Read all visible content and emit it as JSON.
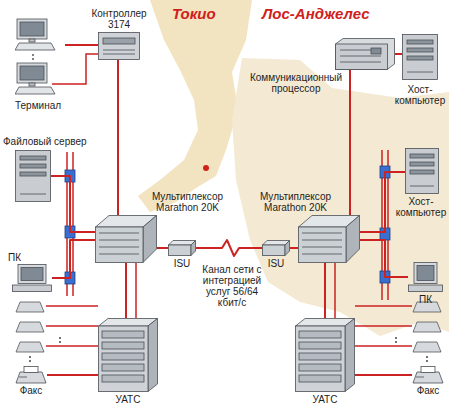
{
  "diagram": {
    "nodes": [
      {
        "text": [
          "Контроллер 3174"
        ]
      },
      {
        "text": [
          "Терминал"
        ]
      },
      {
        "text": [
          "Коммуникационный процессор"
        ]
      },
      {
        "text": [
          "Хост-компьютер"
        ]
      },
      {
        "text": [
          "Файловый сервер"
        ]
      },
      {
        "text": [
          "Хост-компьютер"
        ]
      },
      {
        "text": [
          "Мультиплексор Marathon 20K"
        ]
      },
      {
        "text": [
          "Мультиплексор Marathon 20K"
        ]
      },
      {
        "text": [
          "ISU"
        ]
      },
      {
        "text": [
          "ISU"
        ]
      },
      {
        "text": [
          "ПК"
        ]
      },
      {
        "text": [
          "ПК"
        ]
      },
      {
        "text": [
          "УАТС"
        ]
      },
      {
        "text": [
          "УАТС"
        ]
      },
      {
        "text": [
          "Факс"
        ]
      },
      {
        "text": [
          "Факс"
        ]
      }
    ],
    "edges": [
      {
        "from": 1,
        "to": 0,
        "arrow": "none"
      },
      {
        "from": 0,
        "to": 6,
        "arrow": "none"
      },
      {
        "from": 4,
        "to": 6,
        "arrow": "none"
      },
      {
        "from": 10,
        "to": 6,
        "arrow": "none"
      },
      {
        "from": 6,
        "to": 8,
        "arrow": "none"
      },
      {
        "from": 8,
        "to": 9,
        "label": "Канал сети с интеграцией услуг 56/64 кбит/с",
        "arrow": "none"
      },
      {
        "from": 9,
        "to": 7,
        "arrow": "none"
      },
      {
        "from": 6,
        "to": 12,
        "arrow": "none"
      },
      {
        "from": 12,
        "to": 14,
        "arrow": "none"
      },
      {
        "from": 2,
        "to": 7,
        "arrow": "none"
      },
      {
        "from": 2,
        "to": 3,
        "arrow": "none"
      },
      {
        "from": 5,
        "to": 7,
        "arrow": "none"
      },
      {
        "from": 11,
        "to": 7,
        "arrow": "none"
      },
      {
        "from": 7,
        "to": 13,
        "arrow": "none"
      },
      {
        "from": 13,
        "to": 15,
        "arrow": "none"
      }
    ],
    "labels": [
      "Токио",
      "Лос-Анджелес"
    ]
  }
}
